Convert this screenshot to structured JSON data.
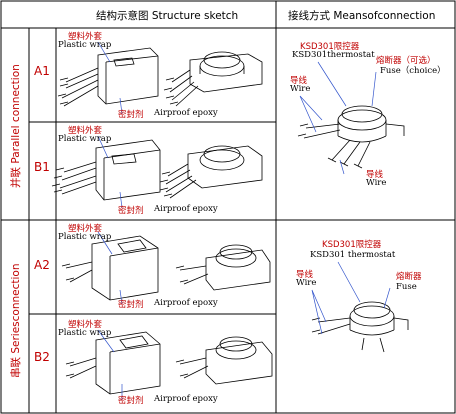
{
  "header": {
    "structure_title": "结构示意图 Structure sketch",
    "connection_title": "接线方式 Meansofconnection"
  },
  "sections": {
    "parallel": "并联 Parallel connection",
    "series": "串联 Seriesconnection"
  },
  "rows": [
    "A1",
    "B1",
    "A2",
    "B2"
  ],
  "labels": {
    "wrap_cn": "塑料外套",
    "wrap_en": "Plastic wrap",
    "epoxy_cn": "密封剂",
    "epoxy_en": "Airproof epoxy"
  },
  "parallel_conn": {
    "thermostat_cn": "KSD301限控器",
    "thermostat_en": "KSD301thermostat",
    "fuse_cn": "熔断器（可选）",
    "fuse_en": "Fuse（choice）",
    "wire_cn_1": "导线",
    "wire_en_1": "Wire",
    "wire_cn_2": "导线",
    "wire_en_2": "Wire"
  },
  "series_conn": {
    "thermostat_cn": "KSD301限控器",
    "thermostat_en": "KSD301 thermostat",
    "fuse_cn": "熔断器",
    "fuse_en": "Fuse",
    "wire_cn": "导线",
    "wire_en": "Wire"
  }
}
